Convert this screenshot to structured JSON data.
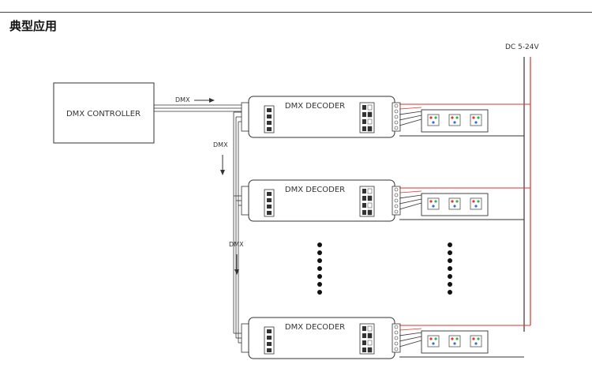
{
  "heading": "典型应用",
  "diagram": {
    "controller_label": "DMX CONTROLLER",
    "decoder_label": "DMX DECODER",
    "signal_label": "DMX",
    "power_label": "DC 5-24V"
  },
  "colors": {
    "power_red": "#e0312b",
    "line": "#333333",
    "led_red": "#e3342f",
    "led_green": "#2fb34a",
    "led_blue": "#2f6fe0"
  }
}
